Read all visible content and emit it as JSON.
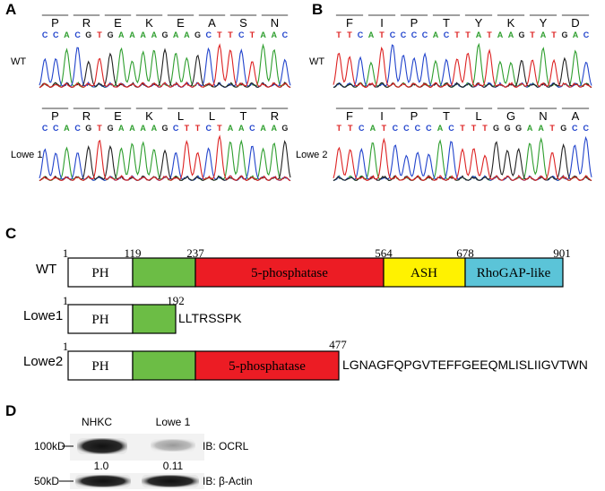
{
  "panels": {
    "A": "A",
    "B": "B",
    "C": "C",
    "D": "D"
  },
  "panel_a": {
    "wt": {
      "label": "WT",
      "amino_acids": [
        "P",
        "R",
        "E",
        "K",
        "E",
        "A",
        "S",
        "N"
      ],
      "nucleotides": "CCACGTGAAAAGAAGCTTCTAAC"
    },
    "mut": {
      "label": "Lowe 1",
      "amino_acids": [
        "P",
        "R",
        "E",
        "K",
        "L",
        "L",
        "T",
        "R"
      ],
      "nucleotides": "CCACGTGAAAAGCTTCTAACAAG"
    }
  },
  "panel_b": {
    "wt": {
      "label": "WT",
      "amino_acids": [
        "F",
        "I",
        "P",
        "T",
        "Y",
        "K",
        "Y",
        "D"
      ],
      "nucleotides": "TTCATCCCCACTTATAAGTATGAC"
    },
    "mut": {
      "label": "Lowe 2",
      "amino_acids": [
        "F",
        "I",
        "P",
        "T",
        "L",
        "G",
        "N",
        "A"
      ],
      "nucleotides": "TTCATCCCCACTTTGGGAATGCC"
    }
  },
  "nt_colors": {
    "A": "#2e9e2e",
    "C": "#2244cc",
    "G": "#222222",
    "T": "#dd2222"
  },
  "panel_c": {
    "rows": [
      {
        "label": "WT",
        "numbers": [
          "1",
          "119",
          "237",
          "564",
          "678",
          "901"
        ],
        "domains": [
          {
            "name": "PH",
            "color": "#ffffff"
          },
          {
            "name": "",
            "color": "#6cbd45"
          },
          {
            "name": "5-phosphatase",
            "color": "#ec1c24"
          },
          {
            "name": "ASH",
            "color": "#fff200"
          },
          {
            "name": "RhoGAP-like",
            "color": "#5bc4d8"
          }
        ],
        "tail": ""
      },
      {
        "label": "Lowe1",
        "numbers": [
          "1",
          "192"
        ],
        "domains": [
          {
            "name": "PH",
            "color": "#ffffff"
          },
          {
            "name": "",
            "color": "#6cbd45"
          }
        ],
        "tail": "LLTRSSPK"
      },
      {
        "label": "Lowe2",
        "numbers": [
          "1",
          "477"
        ],
        "domains": [
          {
            "name": "PH",
            "color": "#ffffff"
          },
          {
            "name": "",
            "color": "#6cbd45"
          },
          {
            "name": "5-phosphatase",
            "color": "#ec1c24"
          }
        ],
        "tail": "LGNAGFQPGVTEFFGEEQMLISLIIGVTWN"
      }
    ]
  },
  "panel_d": {
    "lanes": [
      "NHKC",
      "Lowe 1"
    ],
    "markers": [
      "100kD",
      "50kD"
    ],
    "quant": [
      "1.0",
      "0.11"
    ],
    "antibodies": [
      "IB: OCRL",
      "IB: β-Actin"
    ]
  }
}
